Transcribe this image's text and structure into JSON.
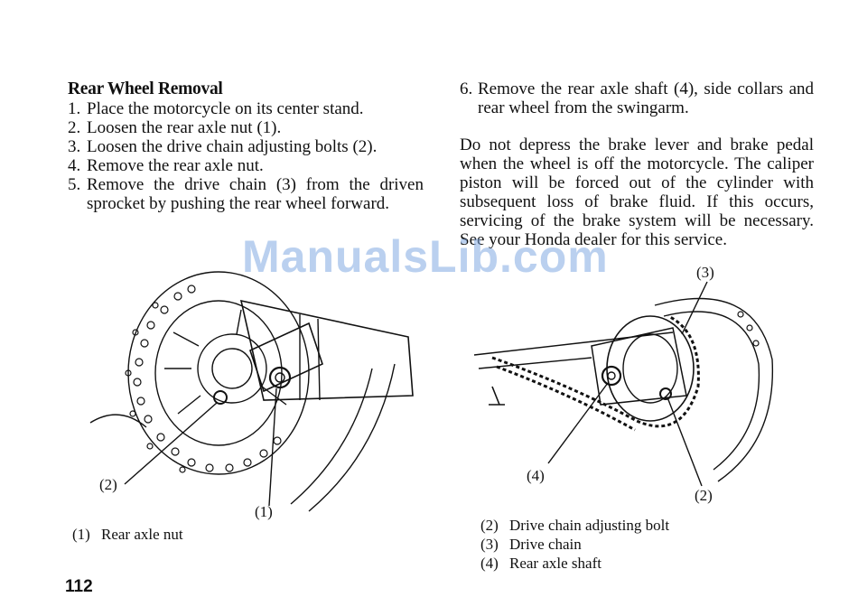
{
  "page": {
    "number": "112",
    "watermark": "ManualsLib.com"
  },
  "section": {
    "title": "Rear Wheel Removal",
    "steps": [
      {
        "num": "1.",
        "text": "Place the motorcycle on its center stand."
      },
      {
        "num": "2.",
        "text": "Loosen the rear axle nut (1)."
      },
      {
        "num": "3.",
        "text": "Loosen the drive chain adjusting bolts (2)."
      },
      {
        "num": "4.",
        "text": "Remove the rear axle nut."
      },
      {
        "num": "5.",
        "text": "Remove the drive chain (3) from the driven sprocket by pushing the rear wheel forward."
      },
      {
        "num": "6.",
        "text": "Remove the rear axle shaft (4), side collars and rear wheel from the swingarm."
      }
    ],
    "warning": "Do not depress the brake lever and brake pedal when the wheel is off the motorcycle. The caliper piston will be forced out of the cylinder with subsequent loss of brake fluid. If this occurs, servicing of the brake system will be necessary. See your Honda dealer for this service."
  },
  "figure_left": {
    "callouts": {
      "c2": "(2)",
      "c1": "(1)"
    },
    "legend": [
      {
        "num": "(1)",
        "label": "Rear axle nut"
      }
    ]
  },
  "figure_right": {
    "callouts": {
      "c3": "(3)",
      "c4": "(4)",
      "c2": "(2)"
    },
    "legend": [
      {
        "num": "(2)",
        "label": "Drive chain adjusting bolt"
      },
      {
        "num": "(3)",
        "label": "Drive chain"
      },
      {
        "num": "(4)",
        "label": "Rear axle shaft"
      }
    ]
  }
}
